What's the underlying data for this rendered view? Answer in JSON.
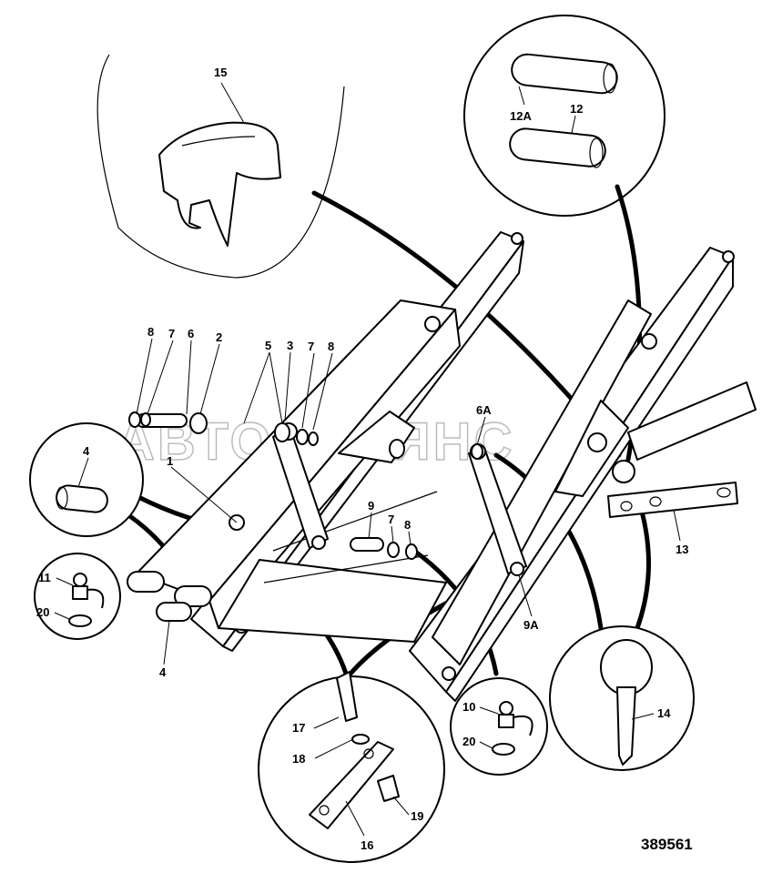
{
  "figure_number": "389561",
  "watermark": "АВТОАЛЬЯНС",
  "callouts": [
    "15",
    "12A",
    "12",
    "8",
    "7",
    "6",
    "2",
    "5",
    "3",
    "7",
    "8",
    "6A",
    "1",
    "4",
    "9",
    "7",
    "8",
    "11",
    "20",
    "4",
    "13",
    "9A",
    "10",
    "20",
    "17",
    "18",
    "19",
    "16",
    "14"
  ]
}
